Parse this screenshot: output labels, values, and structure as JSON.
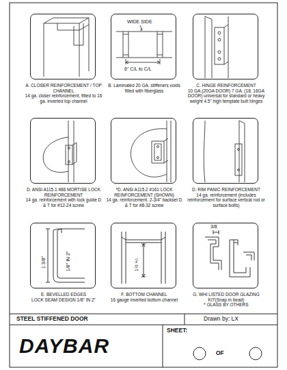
{
  "diagram": {
    "nodes": [
      {
        "text": [
          "A. CLOSER REINFORCEMENT / TOP CHANNEL",
          "14 ga. closer reinforcement, fitted to 16 ga. inverted top channel"
        ]
      },
      {
        "text": [
          "B. Laminated 20 GA. stiffeners voids filled with fiberglass"
        ]
      },
      {
        "text": [
          "C. HINGE REINFORCEMENT",
          "10 GA.(20GA DOOR) 7 GA. (18, 16GA DOOR) universal for standard or heavy weight 4.5\" high template butt hinges"
        ]
      },
      {
        "text": [
          "D. ANSI A115.1 #86 MORTISE LOCK REINFORCEMENT",
          "14 ga. reinforcement with lock guide D & T for #12-24 screw"
        ]
      },
      {
        "text": [
          "*D. ANSI A115.2 #161 LOCK REINFORCEMENT (SHOWN)",
          "14 ga. reinforcement, 2-3/4\" backset D & T for #8-32 screw"
        ]
      },
      {
        "text": [
          "D. RIM PANIC REINFORCEMENT",
          "14 ga. reinforcement (includes reinforcement for surface vertical rod or surface bolts)"
        ]
      },
      {
        "text": [
          "E. BEVELLED EDGES",
          "LOCK SEAM DESIGN 1/8\" IN 2\""
        ]
      },
      {
        "text": [
          "F. BOTTOM CHANNEL",
          "16 gauge inverted bottom channel"
        ]
      },
      {
        "text": [
          "G. WHI LISTED DOOR GLAZING KIT(Snap in bead)",
          "* GLASS BY OTHERS"
        ]
      },
      {
        "text": [
          "STEEL STIFFENED DOOR"
        ]
      },
      {
        "text": [
          "Drawn by: LX"
        ]
      },
      {
        "text": [
          "DAYBAR"
        ]
      },
      {
        "text": [
          "SHEET:",
          "OF"
        ]
      }
    ],
    "labels": [
      "WIDE SIDE",
      "6\" C/L to C/L",
      "1 3/8\"",
      "1/8\" IN 2\"",
      "1½ +/-",
      "3/8"
    ]
  }
}
